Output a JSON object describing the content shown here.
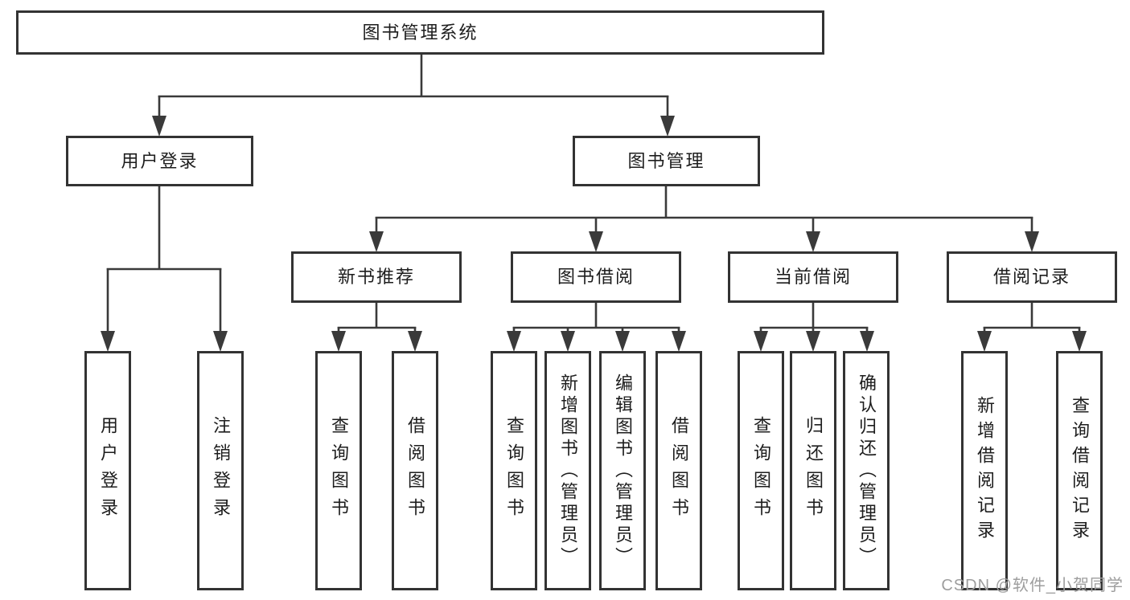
{
  "diagram": {
    "title": "图书管理系统",
    "tree": {
      "label": "图书管理系统",
      "children": [
        {
          "label": "用户登录",
          "children": [
            {
              "label": "用户登录"
            },
            {
              "label": "注销登录"
            }
          ]
        },
        {
          "label": "图书管理",
          "children": [
            {
              "label": "新书推荐",
              "children": [
                {
                  "label": "查询图书"
                },
                {
                  "label": "借阅图书"
                }
              ]
            },
            {
              "label": "图书借阅",
              "children": [
                {
                  "label": "查询图书"
                },
                {
                  "label": "新增图书（管理员）"
                },
                {
                  "label": "编辑图书（管理员）"
                },
                {
                  "label": "借阅图书"
                }
              ]
            },
            {
              "label": "当前借阅",
              "children": [
                {
                  "label": "查询图书"
                },
                {
                  "label": "归还图书"
                },
                {
                  "label": "确认归还（管理员）"
                }
              ]
            },
            {
              "label": "借阅记录",
              "children": [
                {
                  "label": "新增借阅记录"
                },
                {
                  "label": "查询借阅记录"
                }
              ]
            }
          ]
        }
      ]
    },
    "colors": {
      "line": "#3a3a3a",
      "border": "#333333",
      "text": "#1d1d1d",
      "background": "#ffffff",
      "watermark": "#9e9e9e"
    }
  },
  "watermark": {
    "text": "CSDN @软件_小贺同学"
  }
}
